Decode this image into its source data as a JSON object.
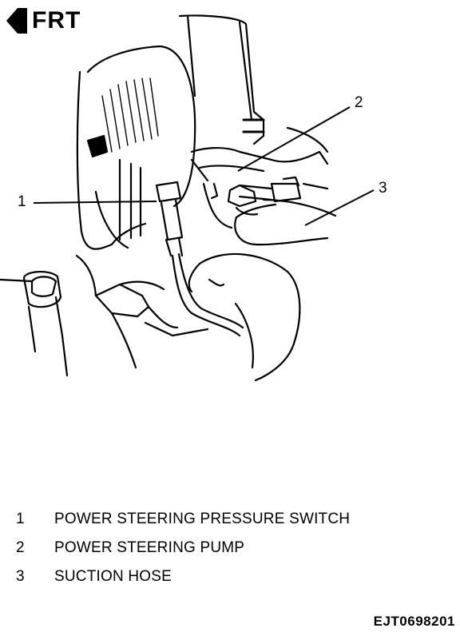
{
  "direction": {
    "label": "FRT",
    "icon": "arrow-left-icon"
  },
  "callouts": [
    {
      "number": "1"
    },
    {
      "number": "2"
    },
    {
      "number": "3"
    }
  ],
  "legend": [
    {
      "number": "1",
      "text": "POWER STEERING PRESSURE SWITCH"
    },
    {
      "number": "2",
      "text": "POWER STEERING PUMP"
    },
    {
      "number": "3",
      "text": "SUCTION HOSE"
    }
  ],
  "figure_id": "EJT0698201"
}
